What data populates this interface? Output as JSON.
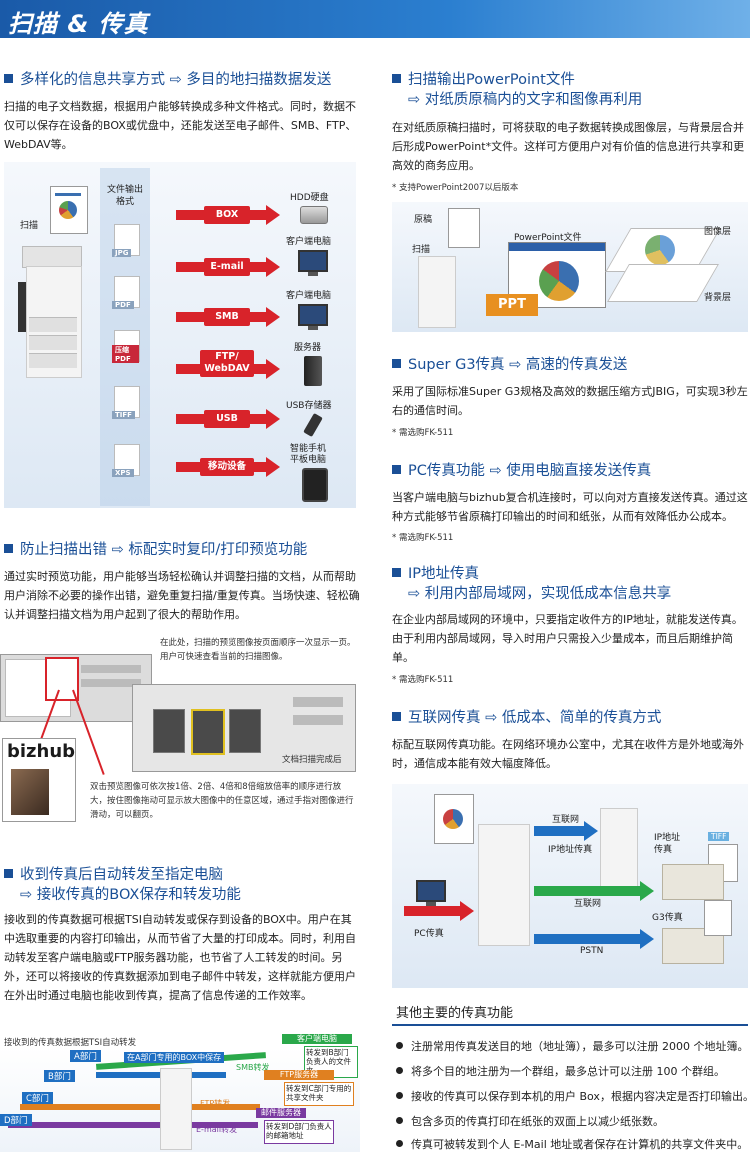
{
  "banner": {
    "title": "扫描 & 传真"
  },
  "s1": {
    "title": "多样化的信息共享方式 ⇨ 多目的地扫描数据发送",
    "body": "扫描的电子文档数据，根据用户能够转换成多种文件格式。同时，数据不仅可以保存在设备的BOX或优盘中，还能发送至电子邮件、SMB、FTP、WebDAV等。",
    "diagram": {
      "scan_label": "扫描",
      "format_title": "文件输出\n格式",
      "formats": [
        "JPG",
        "PDF",
        "压缩PDF",
        "TIFF",
        "XPS"
      ],
      "targets": [
        "BOX",
        "E-mail",
        "SMB",
        "FTP/\nWebDAV",
        "USB",
        "移动设备"
      ],
      "destinations": [
        "HDD硬盘",
        "客户端电脑",
        "客户端电脑",
        "服务器",
        "USB存储器",
        "智能手机\n平板电脑"
      ]
    }
  },
  "s2": {
    "title": "防止扫描出错 ⇨ 标配实时复印/打印预览功能",
    "body": "通过实时预览功能，用户能够当场轻松确认并调整扫描的文档，从而帮助用户消除不必要的操作出错，避免重复扫描/重复传真。当场快速、轻松确认并调整扫描文档为用户起到了很大的帮助作用。",
    "note1": "在此处，扫描的预览图像按页面顺序一次显示一页。用户可快速查看当前的扫描图像。",
    "note2": "文档扫描完成后",
    "note3": "双击预览图像可依次按1倍、2倍、4倍和8倍缩放倍率的顺序进行放大，按住图像拖动可显示放大图像中的任意区域，通过手指对图像进行滑动，可以翻页。",
    "brand": "bizhub"
  },
  "s3": {
    "title": "收到传真后自动转发至指定电脑",
    "subtitle": "⇨ 接收传真的BOX保存和转发功能",
    "body": "接收到的传真数据可根据TSI自动转发或保存到设备的BOX中。用户在其中选取重要的内容打印输出，从而节省了大量的打印成本。同时，利用自动转发至客户端电脑或FTP服务器功能，也节省了人工转发的时间。另外，还可以将接收的传真数据添加到电子邮件中转发，这样就能方便用户在外出时通过电脑也能收到传真，提高了信息传递的工作效率。",
    "diagram": {
      "caption": "接收到的传真数据根据TSI自动转发",
      "depts": [
        "A部门",
        "B部门",
        "C部门",
        "D部门"
      ],
      "box_label": "在A部门专用的BOX中保存",
      "smb": "SMB转发",
      "ftp": "FTP转发",
      "email": "E-mail转发",
      "client": "客户端电脑",
      "client_desc": "转发到B部门负责人的文件夹",
      "ftp_server": "FTP服务器",
      "ftp_desc": "转发到C部门专用的共享文件夹",
      "mail_server": "邮件服务器",
      "mail_desc": "转发到D部门负责人的邮箱地址"
    }
  },
  "r1": {
    "title": "扫描输出PowerPoint文件",
    "subtitle": "⇨ 对纸质原稿内的文字和图像再利用",
    "body": "在对纸质原稿扫描时，可将获取的电子数据转换成图像层，与背景层合并后形成PowerPoint*文件。这样可方便用户对有价值的信息进行共享和更高效的商务应用。",
    "note": "* 支持PowerPoint2007以后版本",
    "diagram": {
      "original": "原稿",
      "scan": "扫描",
      "ppt_file": "PowerPoint文件",
      "ppt": "PPT",
      "image_layer": "图像层",
      "bg_layer": "背景层"
    }
  },
  "r2": {
    "title": "Super G3传真 ⇨ 高速的传真发送",
    "body": "采用了国际标准Super G3规格及高效的数据压缩方式JBIG，可实现3秒左右的通信时间。",
    "note": "* 需选购FK-511"
  },
  "r3": {
    "title": "PC传真功能 ⇨ 使用电脑直接发送传真",
    "body": "当客户端电脑与bizhub复合机连接时，可以向对方直接发送传真。通过这种方式能够节省原稿打印输出的时间和纸张，从而有效降低办公成本。",
    "note": "* 需选购FK-511"
  },
  "r4": {
    "title": "IP地址传真",
    "subtitle": "⇨ 利用内部局域网，实现低成本信息共享",
    "body": "在企业内部局域网的环境中，只要指定收件方的IP地址，就能发送传真。由于利用内部局域网，导入时用户只需投入少量成本，而且后期维护简单。",
    "note": "* 需选购FK-511"
  },
  "r5": {
    "title": "互联网传真 ⇨ 低成本、简单的传真方式",
    "body": "标配互联网传真功能。在网络环境办公室中，尤其在收件方是外地或海外时，通信成本能有效大幅度降低。",
    "diagram": {
      "internet": "互联网",
      "ip_fax": "IP地址传真",
      "internet2": "互联网",
      "pc_fax": "PC传真",
      "ip_fax2": "IP地址\n传真",
      "tiff": "TIFF",
      "g3": "G3传真",
      "pstn": "PSTN"
    }
  },
  "other": {
    "title": "其他主要的传真功能",
    "items": [
      "注册常用传真发送目的地（地址簿），最多可以注册 2000 个地址簿。",
      "将多个目的地注册为一个群组，最多总计可以注册 100 个群组。",
      "接收的传真可以保存到本机的用户 Box，根据内容决定是否打印输出。",
      "包含多页的传真打印在纸张的双面上以减少纸张数。",
      "传真可被转发到个人 E-Mail 地址或者保存在计算机的共享文件夹中。"
    ]
  },
  "colors": {
    "brand_blue": "#1a4f96",
    "pill_red": "#d8232a",
    "arrow_red": "#d8232a",
    "arrow_green": "#2aa84a",
    "arrow_blue": "#1f6fc2"
  }
}
